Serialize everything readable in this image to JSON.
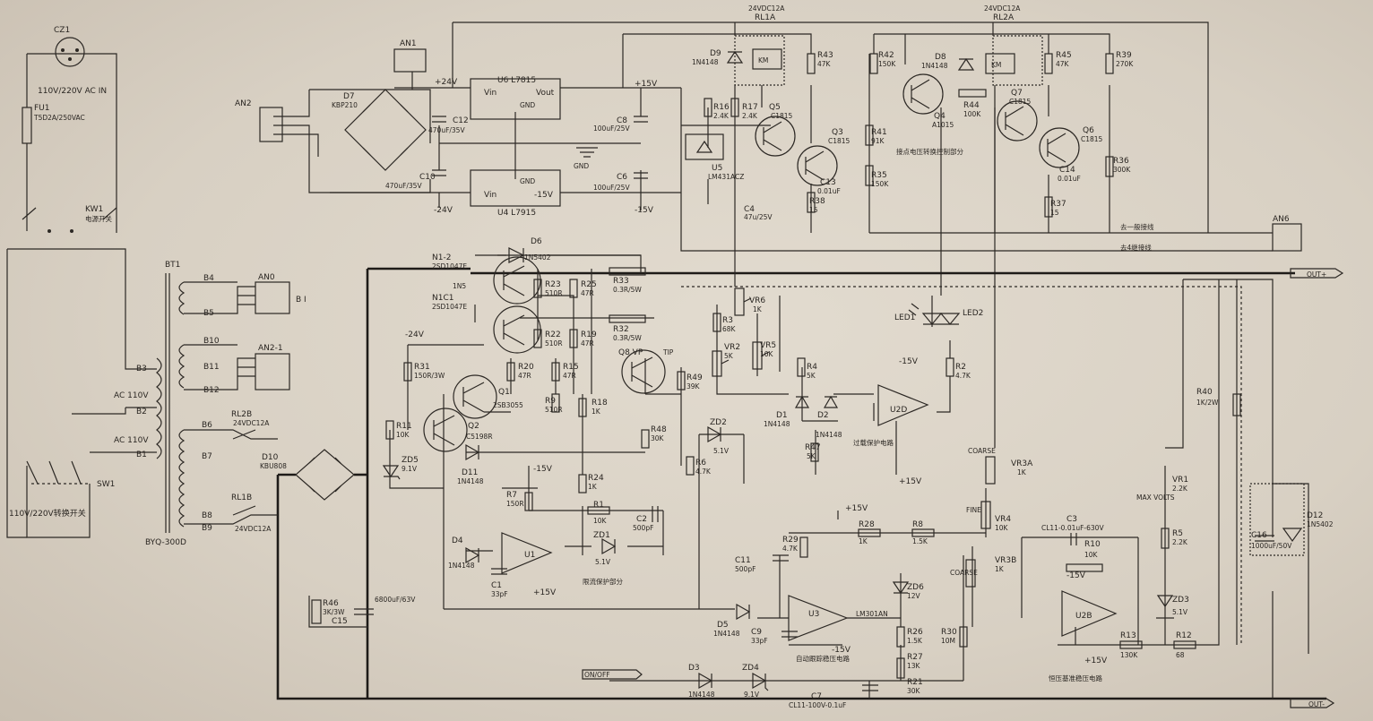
{
  "labels": {
    "CZ1": "CZ1",
    "ac_in": "110V/220V AC IN",
    "FU1": "FU1",
    "fuse": "T5D2A/250VAC",
    "KW1": "KW1",
    "kw1_desc": "电源开关",
    "sw1_desc": "110V/220V转换开关",
    "SW1": "SW1",
    "BT1": "BT1",
    "byq": "BYQ-300D",
    "B1": "B1",
    "B2": "B2",
    "B3": "B3",
    "B4": "B4",
    "B5": "B5",
    "B6": "B6",
    "B7": "B7",
    "B8": "B8",
    "B9": "B9",
    "B10": "B10",
    "B11": "B11",
    "B12": "B12",
    "ac110a": "AC 110V",
    "ac110b": "AC 110V",
    "AN0": "AN0",
    "AN1": "AN1",
    "AN2": "AN2",
    "AN2-1": "AN2-1",
    "AN6": "AN6",
    "BI": "B I",
    "D7": "D7",
    "D7v": "KBP210",
    "C12": "C12",
    "C12v": "470uF/35V",
    "C10": "C10",
    "C10v": "470uF/35V",
    "U6": "U6  L7815",
    "U4": "U4  L7915",
    "vin1": "Vin",
    "vout1": "Vout",
    "vin2": "Vin",
    "gnd1": "GND",
    "gnd2": "GND",
    "gnd3": "GND",
    "p24v": "+24V",
    "n24v": "-24V",
    "p15v": "+15V",
    "n15v": "-15V",
    "p15v2": "+15V",
    "n15v2": "-15V",
    "C8": "C8",
    "C8v": "100uF/25V",
    "C6": "C6",
    "C6v": "100uF/25V",
    "RL1A": "RL1A",
    "RL1Av": "24VDC12A",
    "RL2A": "RL2A",
    "RL2Av": "24VDC12A",
    "D9": "D9",
    "D9v": "1N4148",
    "D8": "D8",
    "D8v": "1N4148",
    "KM1": "KM",
    "KM2": "KM",
    "R43": "R43",
    "R43v": "47K",
    "R42": "R42",
    "R42v": "150K",
    "R45": "R45",
    "R45v": "47K",
    "R39": "R39",
    "R39v": "270K",
    "R16": "R16",
    "R16v": "2.4K",
    "R17": "R17",
    "R17v": "2.4K",
    "Q5": "Q5",
    "Q5v": "C1815",
    "Q3": "Q3",
    "Q3v": "C1815",
    "Q4": "Q4",
    "Q4v": "A1015",
    "Q7": "Q7",
    "Q7v": "C1815",
    "Q6": "Q6",
    "Q6v": "C1815",
    "R44": "R44",
    "R44v": "100K",
    "R41": "R41",
    "R41v": "91K",
    "R35": "R35",
    "R35v": "150K",
    "R36": "R36",
    "R36v": "300K",
    "C13": "C13",
    "C13v": "0.01uF",
    "C14": "C14",
    "C14v": "0.01uF",
    "R37": "R37",
    "R37v": "15",
    "R38": "R38",
    "R38v": "15",
    "U5": "U5",
    "U5v": "LM431ACZ",
    "C4": "C4",
    "C4v": "47u/25V",
    "note_ctrl": "接点电压转换控制部分",
    "lamp1": "去一般接线",
    "lamp2": "去4继接线",
    "N1-2": "N1-2",
    "N1-2v": "2SD1047E",
    "N1C1": "N1C1",
    "N1C1v": "2SD1047E",
    "N1": "1N5",
    "D6": "D6",
    "D6v": "1N5402",
    "R23": "R23",
    "R23v": "510R",
    "R22": "R22",
    "R22v": "510R",
    "R25": "R25",
    "R25v": "47R",
    "R19": "R19",
    "R19v": "47R",
    "R33": "R33",
    "R33v": "0.3R/5W",
    "R32": "R32",
    "R32v": "0.3R/5W",
    "R20": "R20",
    "R20v": "47R",
    "R15": "R15",
    "R15v": "47R",
    "R9": "R9",
    "R9v": "510R",
    "R31": "R31",
    "R31v": "150R/3W",
    "Q1": "Q1",
    "Q1v": "2SB3055",
    "Q2": "Q2",
    "Q2v": "C5198R",
    "Q8": "Q8  VP",
    "Q8v": "TIP",
    "R18": "R18",
    "R18v": "1K",
    "R11": "R11",
    "R11v": "10K",
    "ZD5": "ZD5",
    "ZD5v": "9.1V",
    "D11": "D11",
    "D11v": "1N4148",
    "R49": "R49",
    "R49v": "39K",
    "R48": "R48",
    "R48v": "30K",
    "VR6": "VR6",
    "VR6v": "1K",
    "R3": "R3",
    "R3v": "68K",
    "VR5": "VR5",
    "VR5v": "10K",
    "VR2": "VR2",
    "VR2v": "5K",
    "ZD2": "ZD2",
    "ZD2v": "5.1V",
    "R6": "R6",
    "R6v": "4.7K",
    "LED1": "LED1",
    "LED2": "LED2",
    "R4": "R4",
    "R4v": "5K",
    "D1": "D1",
    "D1v": "1N4148",
    "D2": "D2",
    "D2v": "1N4148",
    "R47": "R47",
    "R47v": "5K",
    "U2D": "U2D",
    "R2": "R2",
    "R2v": "4.7K",
    "note_overload": "过载保护电路",
    "n15v3": "-15V",
    "p15v3": "+15V",
    "n24v2": "-24V",
    "RL2B": "RL2B",
    "RL2Bv": "24VDC12A",
    "RL1B": "RL1B",
    "RL1Bv": "24VDC12A",
    "D10": "D10",
    "D10v": "KBU808",
    "R46": "R46",
    "R46v": "3K/3W",
    "C15": "C15",
    "C15v": "6800uF/63V",
    "R7": "R7",
    "R7v": "150R",
    "R24": "R24",
    "R24v": "1K",
    "R1": "R1",
    "R1v": "10K",
    "C2": "C2",
    "C2v": "500pF",
    "C1": "C1",
    "C1v": "33pF",
    "D4": "D4",
    "D4v": "1N4148",
    "ZD1": "ZD1",
    "ZD1v": "5.1V",
    "U1": "U1",
    "note_current": "限流保护部分",
    "C11": "C11",
    "C11v": "500pF",
    "R29": "R29",
    "R29v": "4.7K",
    "R28": "R28",
    "R28v": "1K",
    "R8": "R8",
    "R8v": "1.5K",
    "D5": "D5",
    "D5v": "1N4148",
    "C9": "C9",
    "C9v": "33pF",
    "ZD6": "ZD6",
    "ZD6v": "12V",
    "U3": "U3",
    "U3v": "LM301AN",
    "R26": "R26",
    "R26v": "1.5K",
    "R30": "R30",
    "R30v": "10M",
    "R27": "R27",
    "R27v": "13K",
    "R21": "R21",
    "R21v": "30K",
    "C7": "C7",
    "C7v": "CL11-100V-0.1uF",
    "D3": "D3",
    "D3v": "1N4148",
    "ZD4": "ZD4",
    "ZD4v": "9.1V",
    "note_auto": "自动跟踪稳压电路",
    "note_out": "ON/OFF",
    "VR3A": "VR3A",
    "VR3Av": "1K",
    "coarse1": "COARSE",
    "VR4": "VR4",
    "VR4v": "10K",
    "fine": "FINE",
    "VR3B": "VR3B",
    "VR3Bv": "1K",
    "coarse2": "COARSE",
    "C3": "C3",
    "C3v": "CL11-0.01uF-630V",
    "R10": "R10",
    "R10v": "10K",
    "U2B": "U2B",
    "VR1": "VR1",
    "VR1v": "2.2K",
    "max_volts": "MAX VOLTS",
    "R5": "R5",
    "R5v": "2.2K",
    "ZD3": "ZD3",
    "ZD3v": "5.1V",
    "R13": "R13",
    "R13v": "130K",
    "R12": "R12",
    "R12v": "68",
    "note_ref": "恒压基准稳压电路",
    "R40": "R40",
    "R40v": "1K/2W",
    "C16": "C16",
    "C16v": "1000uF/50V",
    "D12": "D12",
    "D12v": "1N5402",
    "out_pos": "OUT+",
    "out_neg": "OUT-"
  }
}
